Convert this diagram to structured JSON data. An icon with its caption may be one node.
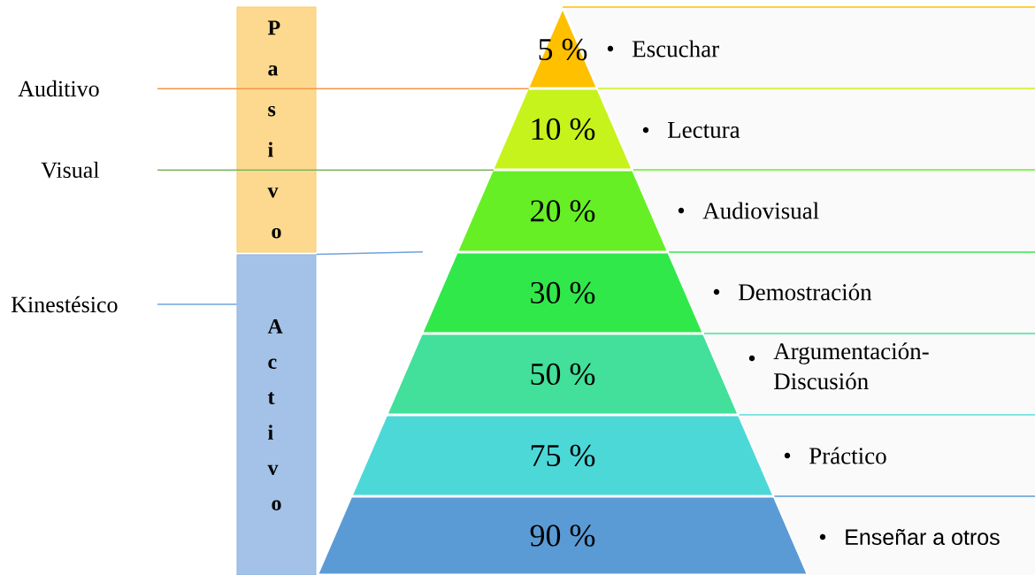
{
  "diagram": {
    "nodes": [
      {
        "text": [
          "Pasivo"
        ]
      },
      {
        "text": [
          "Activo"
        ]
      },
      {
        "text": [
          "5 %"
        ],
        "beside": [
          "Escuchar"
        ]
      },
      {
        "text": [
          "10 %"
        ],
        "beside": [
          "Lectura"
        ]
      },
      {
        "text": [
          "20 %"
        ],
        "beside": [
          "Audiovisual"
        ]
      },
      {
        "text": [
          "30 %"
        ],
        "beside": [
          "Demostración"
        ]
      },
      {
        "text": [
          "50 %"
        ],
        "beside": [
          "Argumentación-Discusión"
        ]
      },
      {
        "text": [
          "75 %"
        ],
        "beside": [
          "Práctico"
        ]
      },
      {
        "text": [
          "90 %"
        ],
        "beside": [
          "Enseñar a otros"
        ]
      },
      {
        "text": [
          "Auditivo"
        ]
      },
      {
        "text": [
          "Visual"
        ]
      },
      {
        "text": [
          "Kinestésico"
        ]
      }
    ],
    "edges": [
      {
        "from": 9,
        "to": 2,
        "arrow": "none",
        "color": "#f79646"
      },
      {
        "from": 10,
        "to": 3,
        "arrow": "none",
        "color": "#7ab55c"
      },
      {
        "from": 11,
        "to": 1,
        "arrow": "none",
        "color": "#6fa3dc"
      },
      {
        "from": 1,
        "to": 5,
        "arrow": "none",
        "color": "#6fa3dc"
      }
    ]
  }
}
